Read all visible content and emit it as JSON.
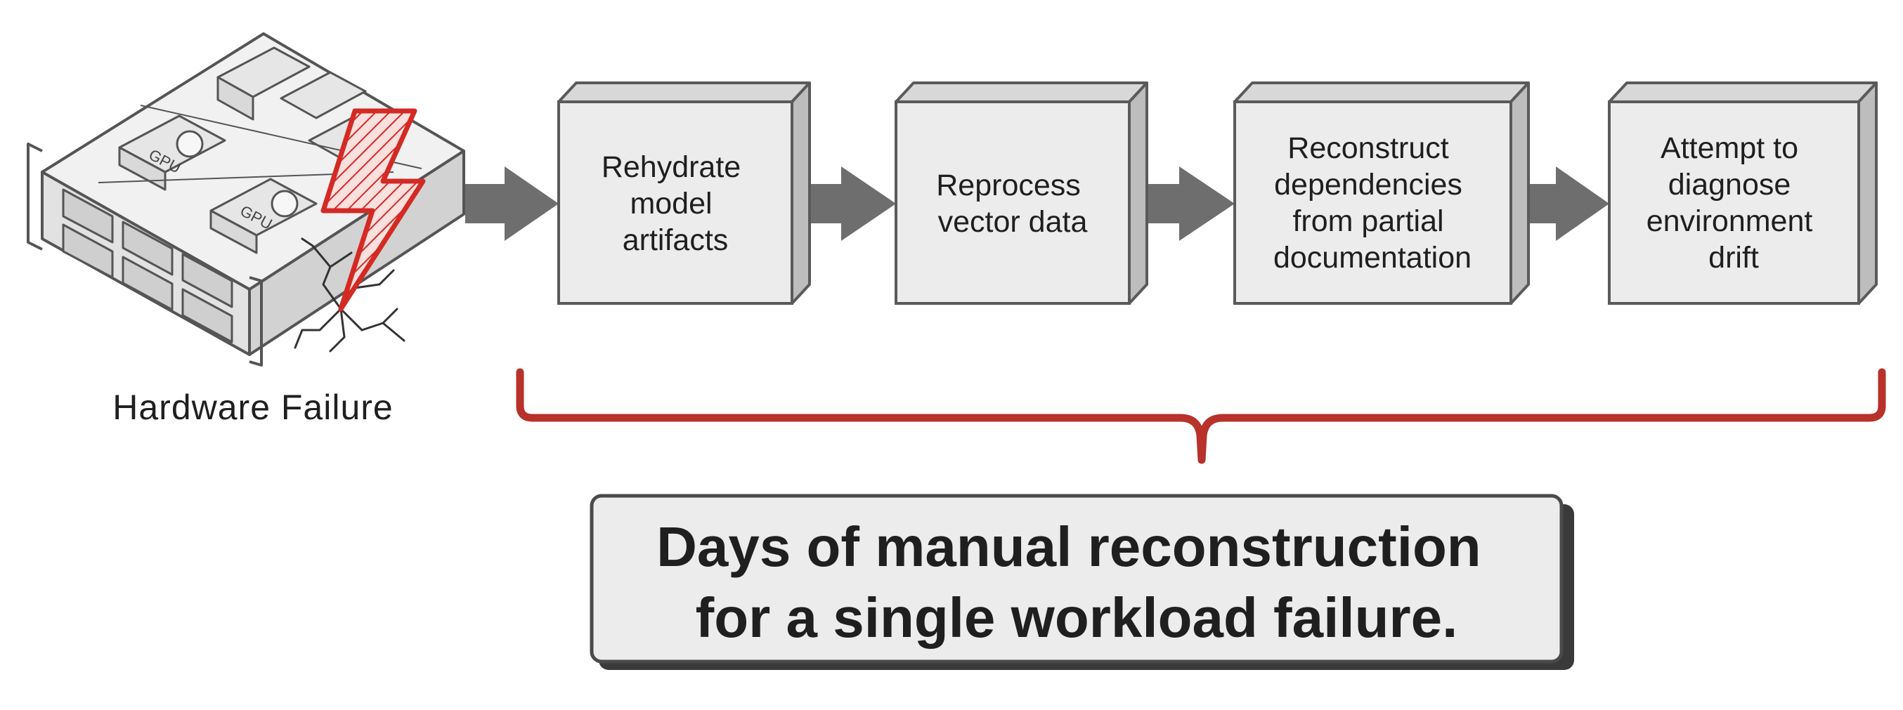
{
  "diagram": {
    "source": {
      "label": "Hardware Failure",
      "gpu_label_1": "GPU",
      "gpu_label_2": "GPU"
    },
    "steps": [
      {
        "lines": [
          "Rehydrate",
          "model",
          "artifacts"
        ]
      },
      {
        "lines": [
          "Reprocess",
          "vector data"
        ]
      },
      {
        "lines": [
          "Reconstruct",
          "dependencies",
          "from partial",
          "documentation"
        ]
      },
      {
        "lines": [
          "Attempt to",
          "diagnose",
          "environment",
          "drift"
        ]
      }
    ],
    "summary": {
      "line1": "Days of manual reconstruction",
      "line2": "for a single workload failure."
    },
    "colors": {
      "box_face": "#ececec",
      "box_side": "#bdbdbd",
      "box_top": "#d8d8d8",
      "box_stroke": "#5a5a5a",
      "arrow": "#6e6e6e",
      "brace": "#b8312a",
      "lightning": "#d42a24",
      "text": "#1f1f1f"
    }
  }
}
